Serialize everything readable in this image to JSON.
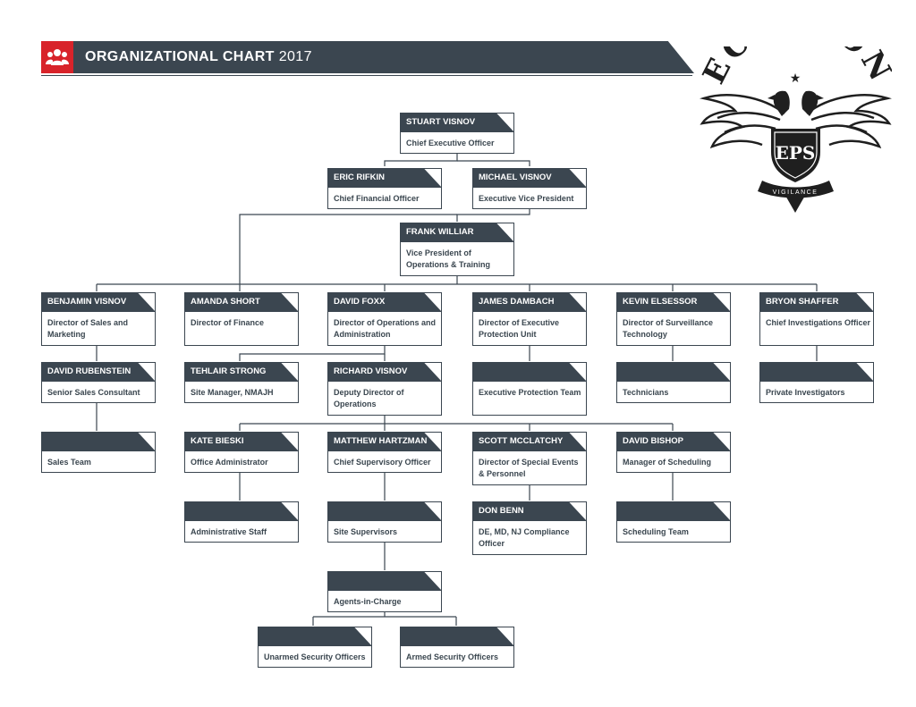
{
  "header": {
    "title_bold": "ORGANIZATIONAL CHART",
    "title_year": "2017",
    "icon": "people-group-icon"
  },
  "logo": {
    "brand": "ECHELON",
    "initials": "EPS",
    "motto": "VIGILANCE",
    "icon": "eagle-crest-icon"
  },
  "nodes": {
    "stuart": {
      "name": "STUART VISNOV",
      "title": "Chief Executive Officer"
    },
    "eric": {
      "name": "ERIC RIFKIN",
      "title": "Chief Financial Officer"
    },
    "michael": {
      "name": "MICHAEL VISNOV",
      "title": "Executive Vice President"
    },
    "frank": {
      "name": "FRANK WILLIAR",
      "title": "Vice President of Operations & Training"
    },
    "benjamin": {
      "name": "BENJAMIN VISNOV",
      "title": "Director of Sales and Marketing"
    },
    "amanda": {
      "name": "AMANDA SHORT",
      "title": "Director of Finance"
    },
    "david_foxx": {
      "name": "DAVID FOXX",
      "title": "Director of Operations and Administration"
    },
    "james": {
      "name": "JAMES DAMBACH",
      "title": "Director of Executive Protection Unit"
    },
    "kevin": {
      "name": "KEVIN ELSESSOR",
      "title": "Director of Surveillance Technology"
    },
    "bryon": {
      "name": "BRYON SHAFFER",
      "title": "Chief Investigations Officer"
    },
    "david_rubenstein": {
      "name": "DAVID RUBENSTEIN",
      "title": "Senior Sales Consultant"
    },
    "tehlair": {
      "name": "TEHLAIR STRONG",
      "title": "Site Manager, NMAJH"
    },
    "richard": {
      "name": "RICHARD VISNOV",
      "title": "Deputy Director of Operations"
    },
    "ep_team": {
      "name": "",
      "title": "Executive Protection Team"
    },
    "technicians": {
      "name": "",
      "title": "Technicians"
    },
    "private_inv": {
      "name": "",
      "title": "Private Investigators"
    },
    "sales_team": {
      "name": "",
      "title": "Sales Team"
    },
    "kate": {
      "name": "KATE BIESKI",
      "title": "Office Administrator"
    },
    "matthew": {
      "name": "MATTHEW HARTZMAN",
      "title": "Chief Supervisory Officer"
    },
    "scott": {
      "name": "SCOTT MCCLATCHY",
      "title": "Director of Special Events & Personnel"
    },
    "david_bishop": {
      "name": "DAVID BISHOP",
      "title": "Manager of Scheduling"
    },
    "admin_staff": {
      "name": "",
      "title": "Administrative Staff"
    },
    "site_supervisors": {
      "name": "",
      "title": "Site Supervisors"
    },
    "don": {
      "name": "DON BENN",
      "title": "DE, MD, NJ Compliance Officer"
    },
    "scheduling_team": {
      "name": "",
      "title": "Scheduling Team"
    },
    "agents": {
      "name": "",
      "title": "Agents-in-Charge"
    },
    "unarmed": {
      "name": "",
      "title": "Unarmed Security Officers"
    },
    "armed": {
      "name": "",
      "title": "Armed Security Officers"
    }
  }
}
